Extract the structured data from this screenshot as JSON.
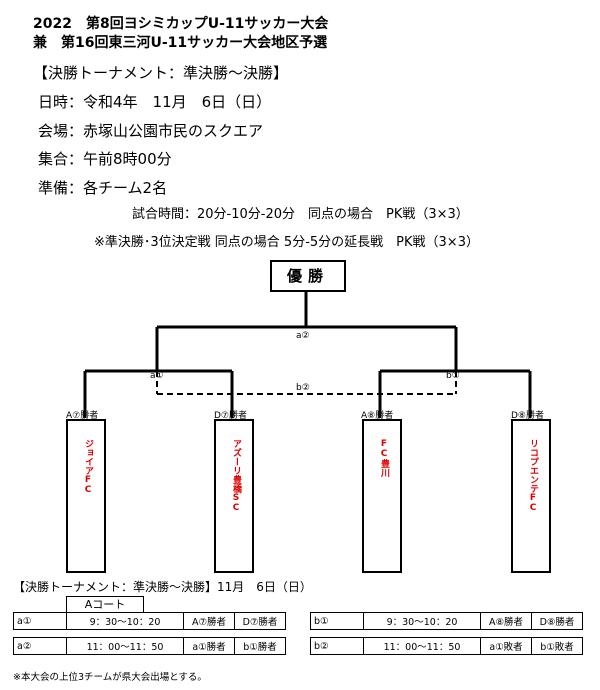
{
  "header": {
    "title1": "2022　第8回ヨシミカップU-11サッカー大会",
    "title2": "兼　第16回東三河U-11サッカー大会地区予選"
  },
  "info": {
    "tournament": "【決勝トーナメント：準決勝～決勝】",
    "date": "日時：令和4年　11月　6日（日）",
    "venue": "会場：赤塚山公園市民のスクエア",
    "gather": "集合：午前8時00分",
    "prep": "準備：各チーム2名",
    "match_time": "試合時間：20分-10分-20分　同点の場合　PK戦（3×3）",
    "semi_note": "※準決勝･3位決定戦 同点の場合 5分-5分の延長戦　PK戦（3×3）"
  },
  "bracket": {
    "winner": "優勝",
    "final_label": "a②",
    "third_label": "b②",
    "semi_left": "a①",
    "semi_right": "b①",
    "slots": [
      {
        "label": "A⑦勝者",
        "team": "ジョイアFC"
      },
      {
        "label": "D⑦勝者",
        "team": "アズーリ豊橋SC"
      },
      {
        "label": "A⑧勝者",
        "team": "FC豊川"
      },
      {
        "label": "D⑧勝者",
        "team": "リコプエンテFC"
      }
    ]
  },
  "schedule": {
    "heading": "【決勝トーナメント：準決勝～決勝】11月　6日（日）",
    "court": "Aコート",
    "left": [
      [
        "a①",
        "9：30～10：20",
        "A⑦勝者",
        "D⑦勝者"
      ],
      [
        "a②",
        "11：00～11：50",
        "a①勝者",
        "b①勝者"
      ]
    ],
    "right": [
      [
        "b①",
        "9：30～10：20",
        "A⑧勝者",
        "D⑧勝者"
      ],
      [
        "b②",
        "11：00～11：50",
        "a①敗者",
        "b①敗者"
      ]
    ],
    "footnote": "※本大会の上位3チームが県大会出場とする。"
  }
}
